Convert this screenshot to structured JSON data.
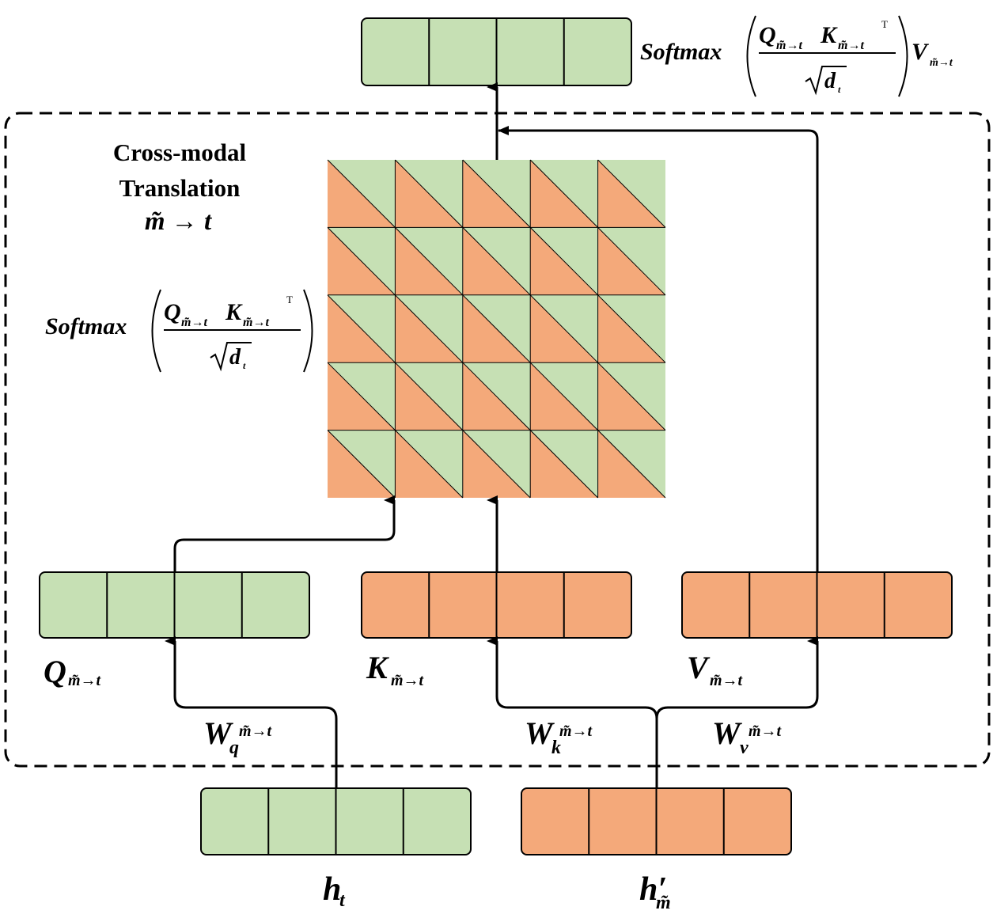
{
  "colors": {
    "green": "#c6e0b4",
    "orange": "#f4a97a",
    "stroke": "#000000"
  },
  "block_title": {
    "line1": "Cross-modal",
    "line2": "Translation",
    "direction": "m̃ → t"
  },
  "formula": {
    "softmax": "Softmax",
    "q": "Q",
    "k": "K",
    "v": "V",
    "sub": "m̃→t",
    "transpose": "T",
    "d": "d",
    "d_sub": "t"
  },
  "vectors": {
    "q_label": "Q",
    "k_label": "K",
    "v_label": "V",
    "sub": "m̃→t",
    "input_text": "h",
    "input_text_sub": "t",
    "input_modal": "h′",
    "input_modal_sub": "m̃"
  },
  "weights": {
    "w": "W",
    "q_sub": "q",
    "k_sub": "k",
    "v_sub": "v",
    "sup": "m̃→t"
  },
  "attention_matrix": {
    "rows": 5,
    "cols": 5
  },
  "vector_cells": 4
}
